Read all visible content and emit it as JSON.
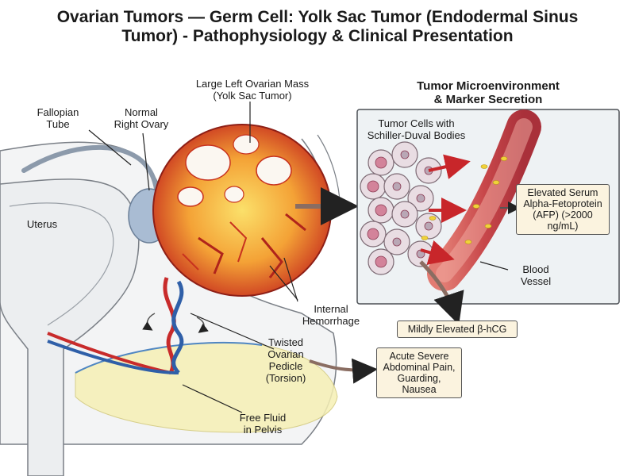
{
  "title": {
    "line1": "Ovarian Tumors — Germ Cell: Yolk Sac Tumor (Endodermal Sinus",
    "line2": "Tumor) - Pathophysiology & Clinical Presentation"
  },
  "labels": {
    "mass": [
      "Large Left Ovarian Mass",
      "(Yolk Sac Tumor)"
    ],
    "tube": [
      "Fallopian",
      "Tube"
    ],
    "ovary": [
      "Normal",
      "Right Ovary"
    ],
    "uterus": "Uterus",
    "hemorrhage": [
      "Internal",
      "Hemorrhage"
    ],
    "pedicle": [
      "Twisted",
      "Ovarian",
      "Pedicle",
      "(Torsion)"
    ],
    "fluid": [
      "Free Fluid",
      "in Pelvis"
    ],
    "micro_title": [
      "Tumor Microenvironment",
      "& Marker Secretion"
    ],
    "cells": [
      "Tumor Cells with",
      "Schiller-Duval Bodies"
    ],
    "vessel": [
      "Blood",
      "Vessel"
    ]
  },
  "boxes": {
    "afp": [
      "Elevated Serum",
      "Alpha-Fetoprotein",
      "(AFP) (>2000",
      "ng/mL)"
    ],
    "hcg": "Mildly Elevated β-hCG",
    "pain": [
      "Acute Severe",
      "Abdominal Pain,",
      "Guarding,",
      "Nausea"
    ]
  },
  "colors": {
    "tumor_core": "#f4b73a",
    "tumor_edge": "#c8321f",
    "ovary": "#a9bcd3",
    "uterus": "#eceef0",
    "fluid": "#f6f0b5",
    "vessel": "#c8474a",
    "artery": "#c82b2b",
    "vein": "#2f5fa8",
    "panel": "#eef2f4",
    "box": "#fbf3df"
  }
}
